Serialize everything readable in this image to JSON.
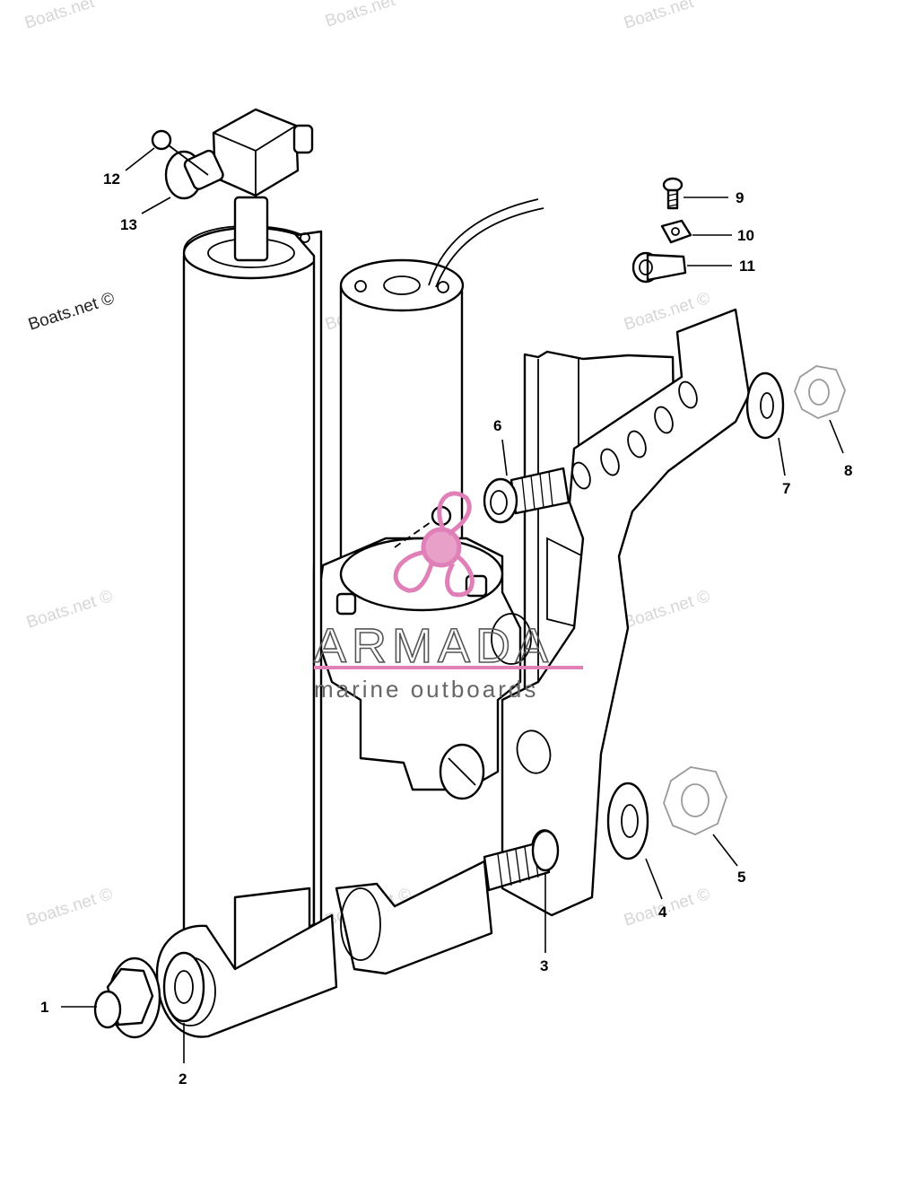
{
  "callouts": [
    {
      "label": "1"
    },
    {
      "label": "2"
    },
    {
      "label": "3"
    },
    {
      "label": "4"
    },
    {
      "label": "5"
    },
    {
      "label": "6"
    },
    {
      "label": "7"
    },
    {
      "label": "8"
    },
    {
      "label": "9"
    },
    {
      "label": "10"
    },
    {
      "label": "11"
    },
    {
      "label": "12"
    },
    {
      "label": "13"
    }
  ],
  "watermarks": {
    "boats": "Boats.net ©",
    "boats_short": "Boats.net"
  },
  "brand": {
    "name": "ARMADA",
    "tagline": "marine outboards",
    "accent_color": "#e080b8"
  }
}
